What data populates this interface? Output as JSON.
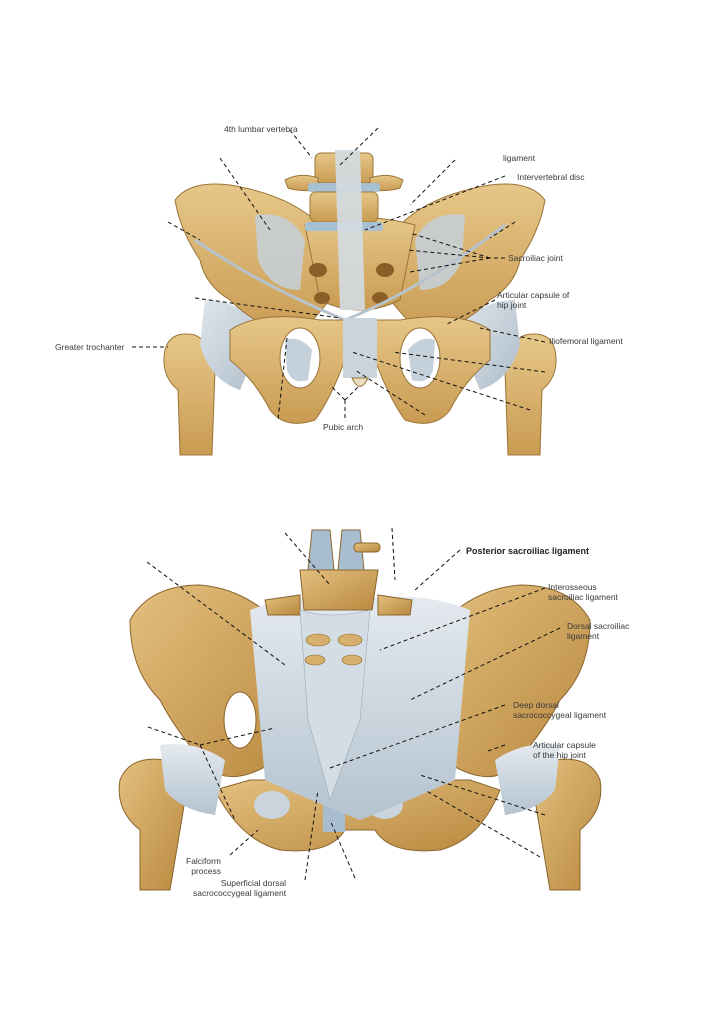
{
  "page": {
    "background": "#ffffff",
    "bone_color": "#d9b56e",
    "bone_shadow": "#a97c3a",
    "ligament_color": "#c9d4dc",
    "cartilage_color": "#9fb5c8",
    "label_color": "#3a3a3a"
  },
  "figures": [
    {
      "id": "anterior-view",
      "view": "Pelvis, anterior view",
      "labels": [
        {
          "text": "4th lumbar vertebra",
          "bold": false
        },
        {
          "text": "ligament",
          "bold": false
        },
        {
          "text": "Intervertebral disc",
          "bold": false
        },
        {
          "text": "Sacroiliac joint",
          "bold": false
        },
        {
          "text": "Articular capsule of\nhip joint",
          "bold": false
        },
        {
          "text": "Iliofemoral ligament",
          "bold": false
        },
        {
          "text": "Greater trochanter",
          "bold": false
        },
        {
          "text": "Pubic arch",
          "bold": false
        }
      ]
    },
    {
      "id": "posterior-view",
      "view": "Pelvis, posterior view",
      "labels": [
        {
          "text": "Posterior sacroiliac ligament",
          "bold": true
        },
        {
          "text": "Interosseous\nsacroiliac ligament",
          "bold": false
        },
        {
          "text": "Dorsal sacroiliac\nligament",
          "bold": false
        },
        {
          "text": "Deep dorsal\nsacrococcygeal ligament",
          "bold": false
        },
        {
          "text": "Articular capsule\nof the hip joint",
          "bold": false
        },
        {
          "text": "Falciform\nprocess",
          "bold": false
        },
        {
          "text": "Superficial dorsal\nsacrococcygeal ligament",
          "bold": false
        }
      ]
    }
  ]
}
